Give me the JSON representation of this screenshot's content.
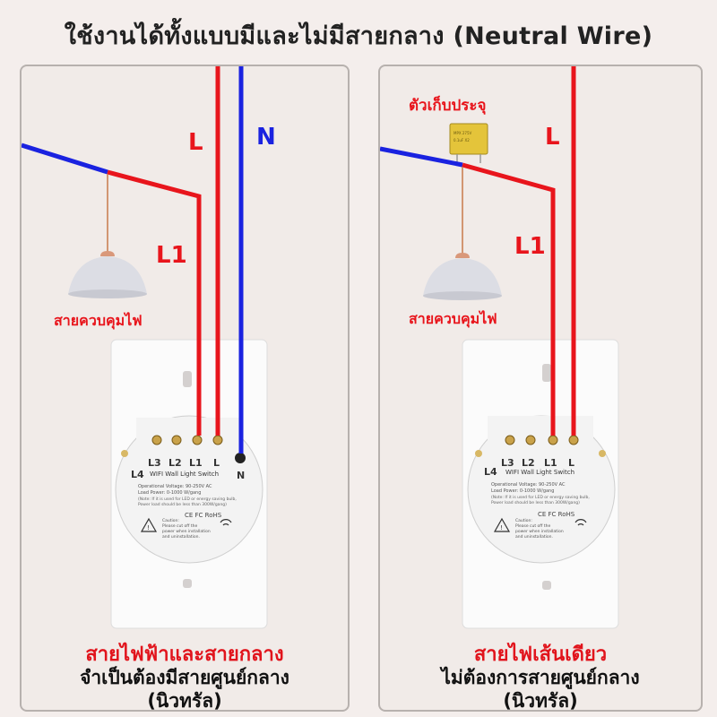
{
  "title": "ใช้งานได้ทั้งแบบมีและไม่มีสายกลาง (Neutral Wire)",
  "colors": {
    "live": "#e8151c",
    "neutral": "#1a22e0",
    "background": "#f4eeec"
  },
  "left": {
    "wire_L": "L",
    "wire_N": "N",
    "wire_L1": "L1",
    "lamp_label": "สายควบคุมไฟ",
    "caption_red": "สายไฟฟ้าและสายกลาง",
    "caption_line2": "จำเป็นต้องมีสายศูนย์กลาง",
    "caption_line3": "(นิวทรัล)"
  },
  "right": {
    "capacitor_label": "ตัวเก็บประจุ",
    "wire_L": "L",
    "wire_L1": "L1",
    "lamp_label": "สายควบคุมไฟ",
    "caption_red": "สายไฟเส้นเดียว",
    "caption_line2": "ไม่ต้องการสายศูนย์กลาง",
    "caption_line3": "(นิวทรัล)"
  },
  "switch": {
    "terminals": [
      "L3",
      "L2",
      "L1",
      "L"
    ],
    "terminal_L4": "L4",
    "terminal_N": "N",
    "product": "WIFI Wall Light Switch",
    "spec1": "Operational Voltage: 90-250V AC",
    "spec2": "Load Power: 0-1000 W/gang",
    "note1": "(Note: If it is used for LED or energy saving bulb,",
    "note2": "Power load should be less than 300W/gang)",
    "cert": "CE FC RoHS",
    "caution1": "Caution:",
    "caution2": "Please cut off the",
    "caution3": "power when installation",
    "caution4": "and uninstallation."
  }
}
